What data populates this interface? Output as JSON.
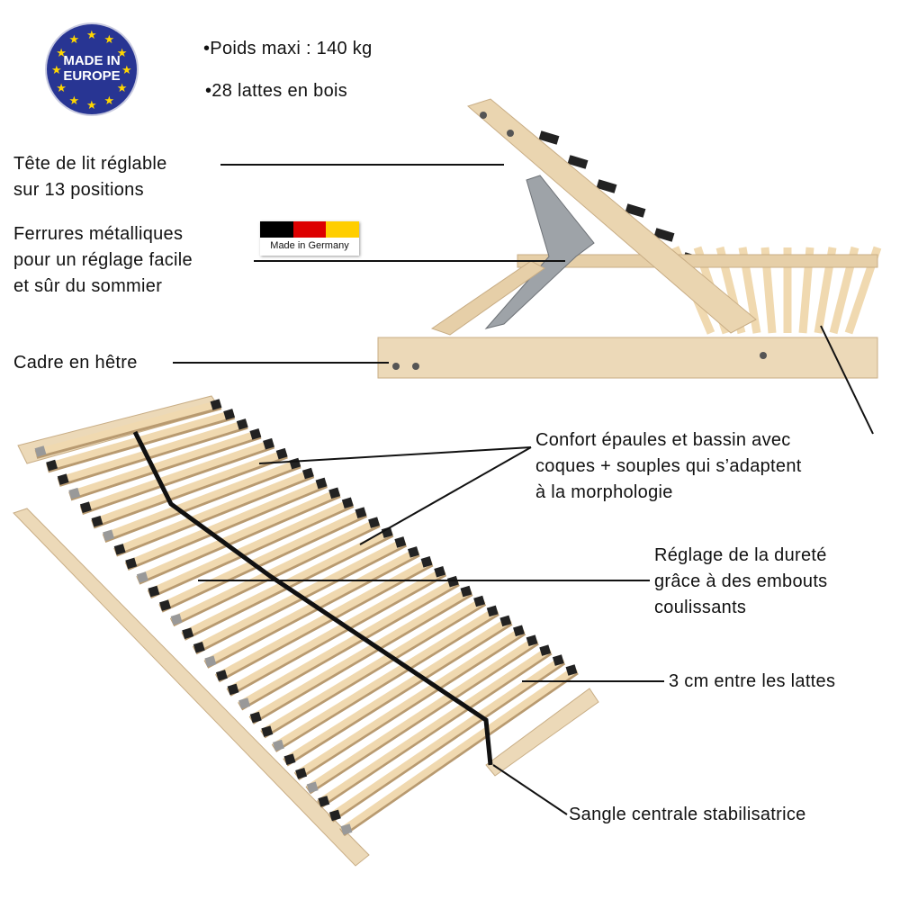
{
  "badges": {
    "europe": "MADE IN EUROPE",
    "germany": "Made in Germany",
    "colors": {
      "eu_blue": "#283593",
      "eu_star": "#ffd600",
      "de_black": "#000000",
      "de_red": "#dd0000",
      "de_gold": "#ffce00"
    }
  },
  "specs": [
    "•Poids maxi : 140 kg",
    "•28 lattes en bois"
  ],
  "labels": {
    "headrest": [
      "Tête de lit réglable",
      "sur 13 positions"
    ],
    "fittings": [
      "Ferrures métalliques",
      "pour un réglage facile",
      "et sûr du sommier"
    ],
    "frame": "Cadre en hêtre",
    "comfort": [
      "Confort épaules et bassin avec",
      "coques + souples qui s’adaptent",
      "à la morphologie"
    ],
    "firmness": [
      "Réglage de la dureté",
      "grâce à des embouts",
      "coulissants"
    ],
    "spacing": "3 cm entre les lattes",
    "strap": "Sangle centrale stabilisatrice"
  },
  "slat_count": 28
}
